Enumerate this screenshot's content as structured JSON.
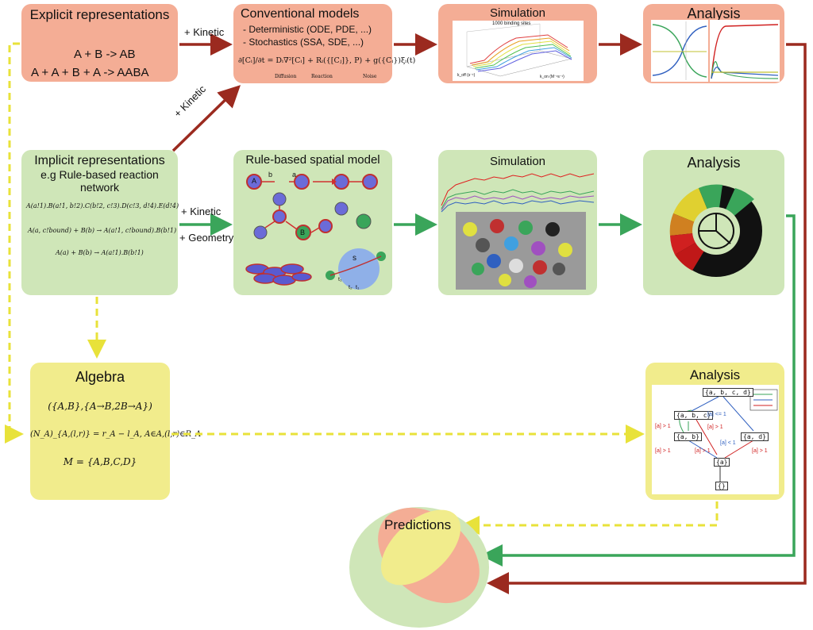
{
  "explicit": {
    "title": "Explicit representations",
    "reaction1": "A +  B  -> AB",
    "reaction2": "A + A + B  + A  -> AABA"
  },
  "conventional": {
    "title": "Conventional models",
    "item1": "- Deterministic (ODE, PDE, ...)",
    "item2": "- Stochastics    (SSA, SDE, ...)",
    "equation": "∂[Cᵢ]/∂t = Dᵢ∇²[Cᵢ] + Rᵢ({[Cⱼ]}, P) + g({Cᵢ})ξᵢ(t)",
    "term_diffusion": "Diffusion",
    "term_reaction": "Reaction",
    "term_noise": "Noise"
  },
  "simulation_top": {
    "title": "Simulation",
    "plot_title": "1000 binding sites",
    "xlabel1": "k_off (s⁻¹)",
    "xlabel2": "k_on (M⁻¹s⁻¹)"
  },
  "analysis_top": {
    "title": "Analysis"
  },
  "implicit": {
    "title": "Implicit representations",
    "subtitle": "e.g Rule-based reaction network",
    "rule1": "A(a!1).B(a!1, b!2).C(b!2, c!3).D(c!3, d!4).E(d!4)",
    "rule2": "A(a, c!bound) + B(b) → A(a!1, c!bound).B(b!1)",
    "rule3": "A(a) + B(b) → A(a!1).B(b!1)"
  },
  "rule_spatial": {
    "title": "Rule-based spatial model",
    "s_label": "s",
    "labels": [
      "A",
      "B",
      "a",
      "b",
      "t₁",
      "t₂",
      "t₁"
    ]
  },
  "simulation_mid": {
    "title": "Simulation"
  },
  "analysis_mid": {
    "title": "Analysis"
  },
  "algebra": {
    "title": "Algebra",
    "line1": "({A,B},{A→B,2B→A})",
    "line2": "(N_A)_{A,(l,r)} = r_A − l_A,    A∈A,(l,r)∈R_A",
    "line3": "M = {A,B,C,D}"
  },
  "analysis_bottom": {
    "title": "Analysis",
    "nodes": [
      "{a, b, c, d}",
      "{a, b, c}",
      "{a, b}",
      "{a, d}",
      "{a}",
      "{}"
    ],
    "edge_labels": [
      "[a] <= 1",
      "[a] > 1",
      "[a] > 1",
      "[a] < 1",
      "[a] > 1",
      "[a] > 1",
      "[a] > 1"
    ]
  },
  "predictions": {
    "title": "Predictions"
  },
  "arrows": {
    "kinetic1": "+ Kinetic",
    "kinetic2": "+ Kinetic",
    "kinetic3": "+ Kinetic",
    "geometry": "+ Geometry"
  },
  "colors": {
    "red_box": "#f4ad95",
    "green_box": "#cfe6b8",
    "yellow_box": "#f1ec8c",
    "red_arrow": "#9b2a1f",
    "green_arrow": "#3aa55a",
    "yellow_arrow": "#e8e23a"
  }
}
